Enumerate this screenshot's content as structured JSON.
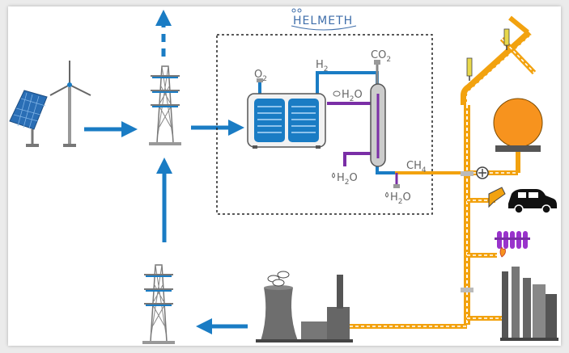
{
  "logo": {
    "text": "HELMETH"
  },
  "labels": {
    "o2": "O",
    "o2_sub": "2",
    "h2": "H",
    "h2_sub": "2",
    "co2": "CO",
    "co2_sub": "2",
    "ch4": "CH",
    "ch4_sub": "4",
    "h2o_steam_h": "H",
    "h2o_steam_sub": "2",
    "h2o_steam_o": "O",
    "h2o_left_h": "H",
    "h2o_left_sub": "2",
    "h2o_left_o": "O",
    "h2o_right_h": "H",
    "h2o_right_sub": "2",
    "h2o_right_o": "O"
  },
  "icons": [
    "solar-panel-icon",
    "wind-turbine-icon",
    "power-pylon-icon",
    "electrolyzer-icon",
    "methanation-reactor-icon",
    "gas-storage-tank-icon",
    "car-icon",
    "fuel-nozzle-icon",
    "radiator-icon",
    "flame-icon",
    "power-plant-icon",
    "cooling-tower-icon",
    "industrial-plant-icon",
    "flare-icon"
  ],
  "colors": {
    "flow_arrow": "#1a7cc4",
    "electrolyzer": "#1a7cc4",
    "hydrogen_pipe": "#1a7cc4",
    "steam_pipe": "#7a2ea6",
    "methane_pipe": "#f2a20f",
    "gas_grid": "#f2a20f",
    "storage_tank": "#f7931e",
    "radiator": "#9933cc",
    "industry": "#6e6e6e",
    "logo": "#3f6eaa"
  }
}
